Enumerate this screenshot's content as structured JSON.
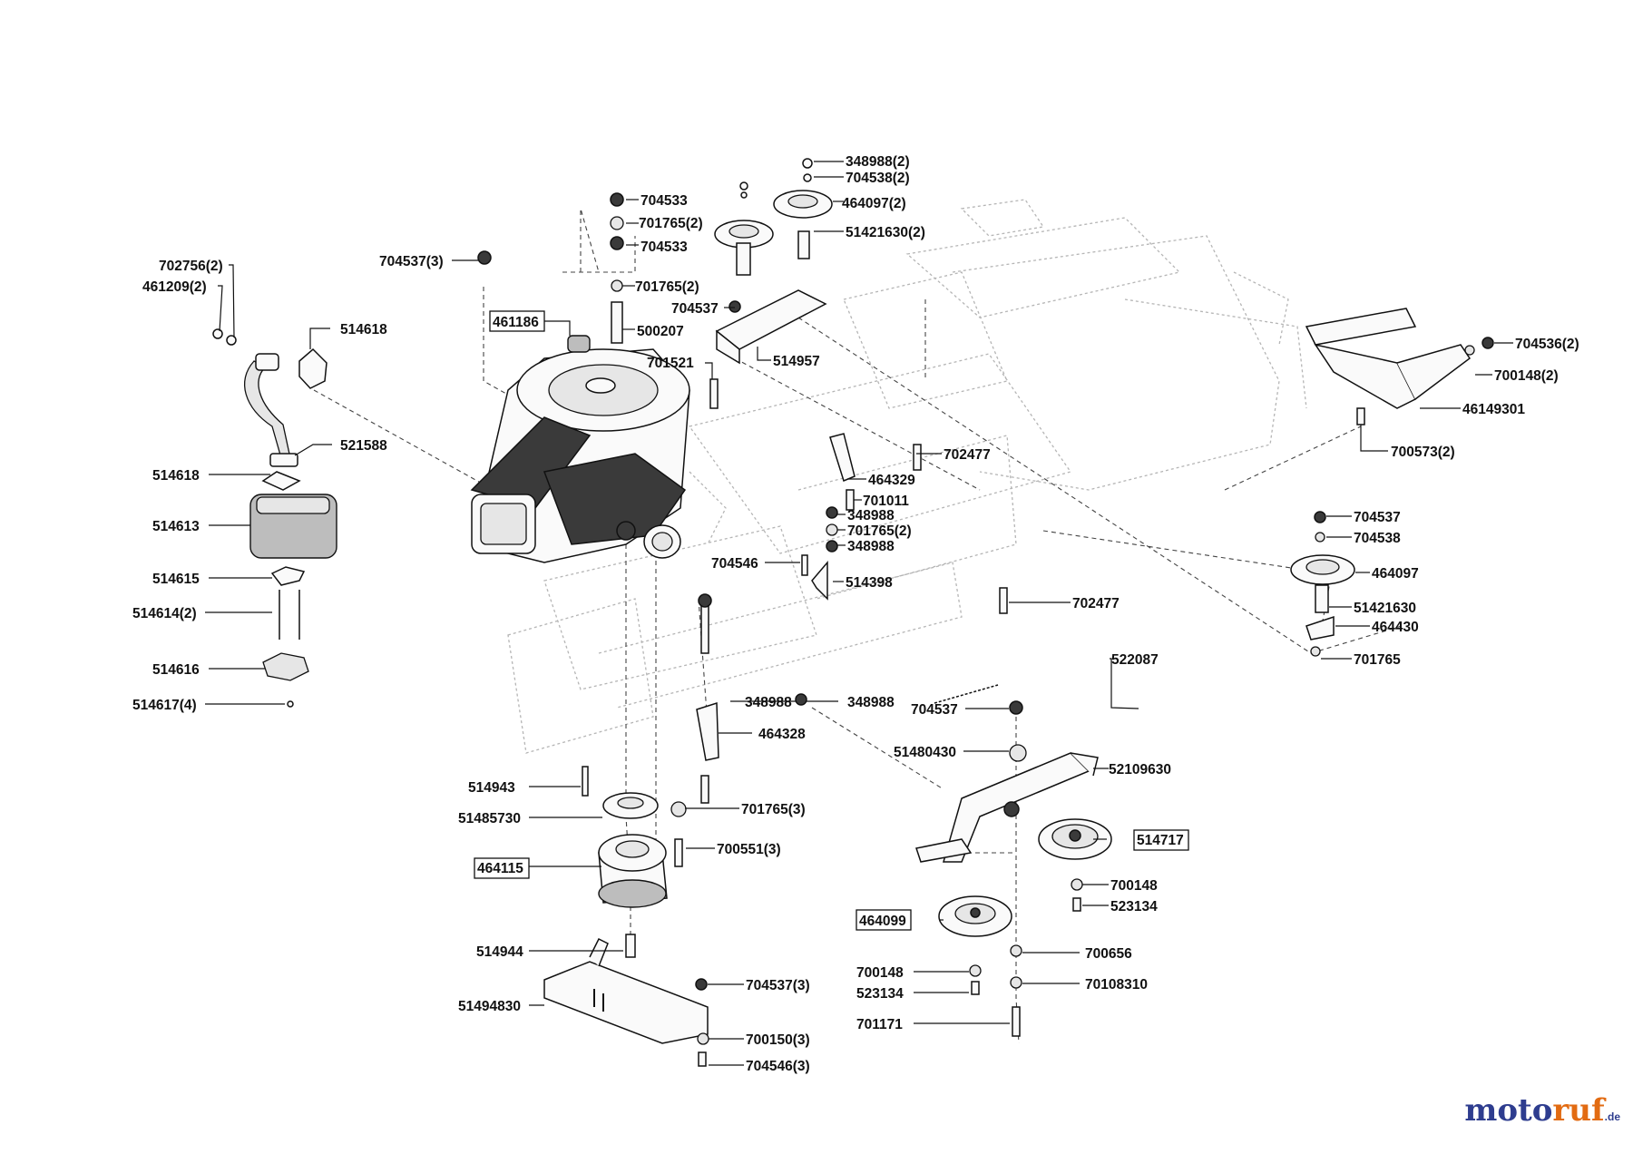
{
  "labels": [
    {
      "text": "348988(2)"
    },
    {
      "text": "704538(2)"
    },
    {
      "text": "464097(2)"
    },
    {
      "text": "51421630(2)"
    },
    {
      "text": "704533"
    },
    {
      "text": "701765(2)"
    },
    {
      "text": "704533"
    },
    {
      "text": "701765(2)"
    },
    {
      "text": "704537"
    },
    {
      "text": "500207"
    },
    {
      "text": "514957"
    },
    {
      "text": "701521"
    },
    {
      "text": "704537(3)"
    },
    {
      "text": "461186",
      "boxed": true
    },
    {
      "text": "702756(2)"
    },
    {
      "text": "461209(2)"
    },
    {
      "text": "514618"
    },
    {
      "text": "521588"
    },
    {
      "text": "514618"
    },
    {
      "text": "514613"
    },
    {
      "text": "514615"
    },
    {
      "text": "514614(2)"
    },
    {
      "text": "514616"
    },
    {
      "text": "514617(4)"
    },
    {
      "text": "702477"
    },
    {
      "text": "464329"
    },
    {
      "text": "701011"
    },
    {
      "text": "348988"
    },
    {
      "text": "701765(2)"
    },
    {
      "text": "348988"
    },
    {
      "text": "704546"
    },
    {
      "text": "514398"
    },
    {
      "text": "702477"
    },
    {
      "text": "704536(2)"
    },
    {
      "text": "700148(2)"
    },
    {
      "text": "46149301"
    },
    {
      "text": "700573(2)"
    },
    {
      "text": "704537"
    },
    {
      "text": "704538"
    },
    {
      "text": "464097"
    },
    {
      "text": "51421630"
    },
    {
      "text": "464430"
    },
    {
      "text": "701765"
    },
    {
      "text": "522087"
    },
    {
      "text": "348988"
    },
    {
      "text": "348988"
    },
    {
      "text": "464328"
    },
    {
      "text": "704537"
    },
    {
      "text": "51480430"
    },
    {
      "text": "52109630"
    },
    {
      "text": "514717",
      "boxed": true
    },
    {
      "text": "700148"
    },
    {
      "text": "523134"
    },
    {
      "text": "464099",
      "boxed": true
    },
    {
      "text": "700656"
    },
    {
      "text": "700148"
    },
    {
      "text": "523134"
    },
    {
      "text": "70108310"
    },
    {
      "text": "701171"
    },
    {
      "text": "514943"
    },
    {
      "text": "51485730"
    },
    {
      "text": "701765(3)"
    },
    {
      "text": "700551(3)"
    },
    {
      "text": "464115",
      "boxed": true
    },
    {
      "text": "514944"
    },
    {
      "text": "704537(3)"
    },
    {
      "text": "51494830"
    },
    {
      "text": "700150(3)"
    },
    {
      "text": "704546(3)"
    }
  ],
  "logo": {
    "part1": "moto",
    "part2": "ruf",
    "tld": ".de"
  }
}
